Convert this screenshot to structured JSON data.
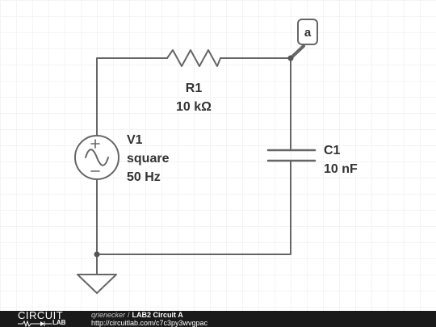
{
  "components": {
    "resistor": {
      "name": "R1",
      "value": "10 kΩ"
    },
    "capacitor": {
      "name": "C1",
      "value": "10 nF"
    },
    "source": {
      "name": "V1",
      "type": "square",
      "frequency": "50 Hz"
    },
    "node_label": "a"
  },
  "footer": {
    "logo_top": "CIRCUIT",
    "logo_bottom": "LAB",
    "author": "qrienecker",
    "separator": "/",
    "title": "LAB2 Circuit A",
    "url": "http://circuitlab.com/c7c3py3wvgpac"
  },
  "colors": {
    "wire": "#666666",
    "label": "#333333",
    "footer_bg": "#1a1a1a"
  }
}
